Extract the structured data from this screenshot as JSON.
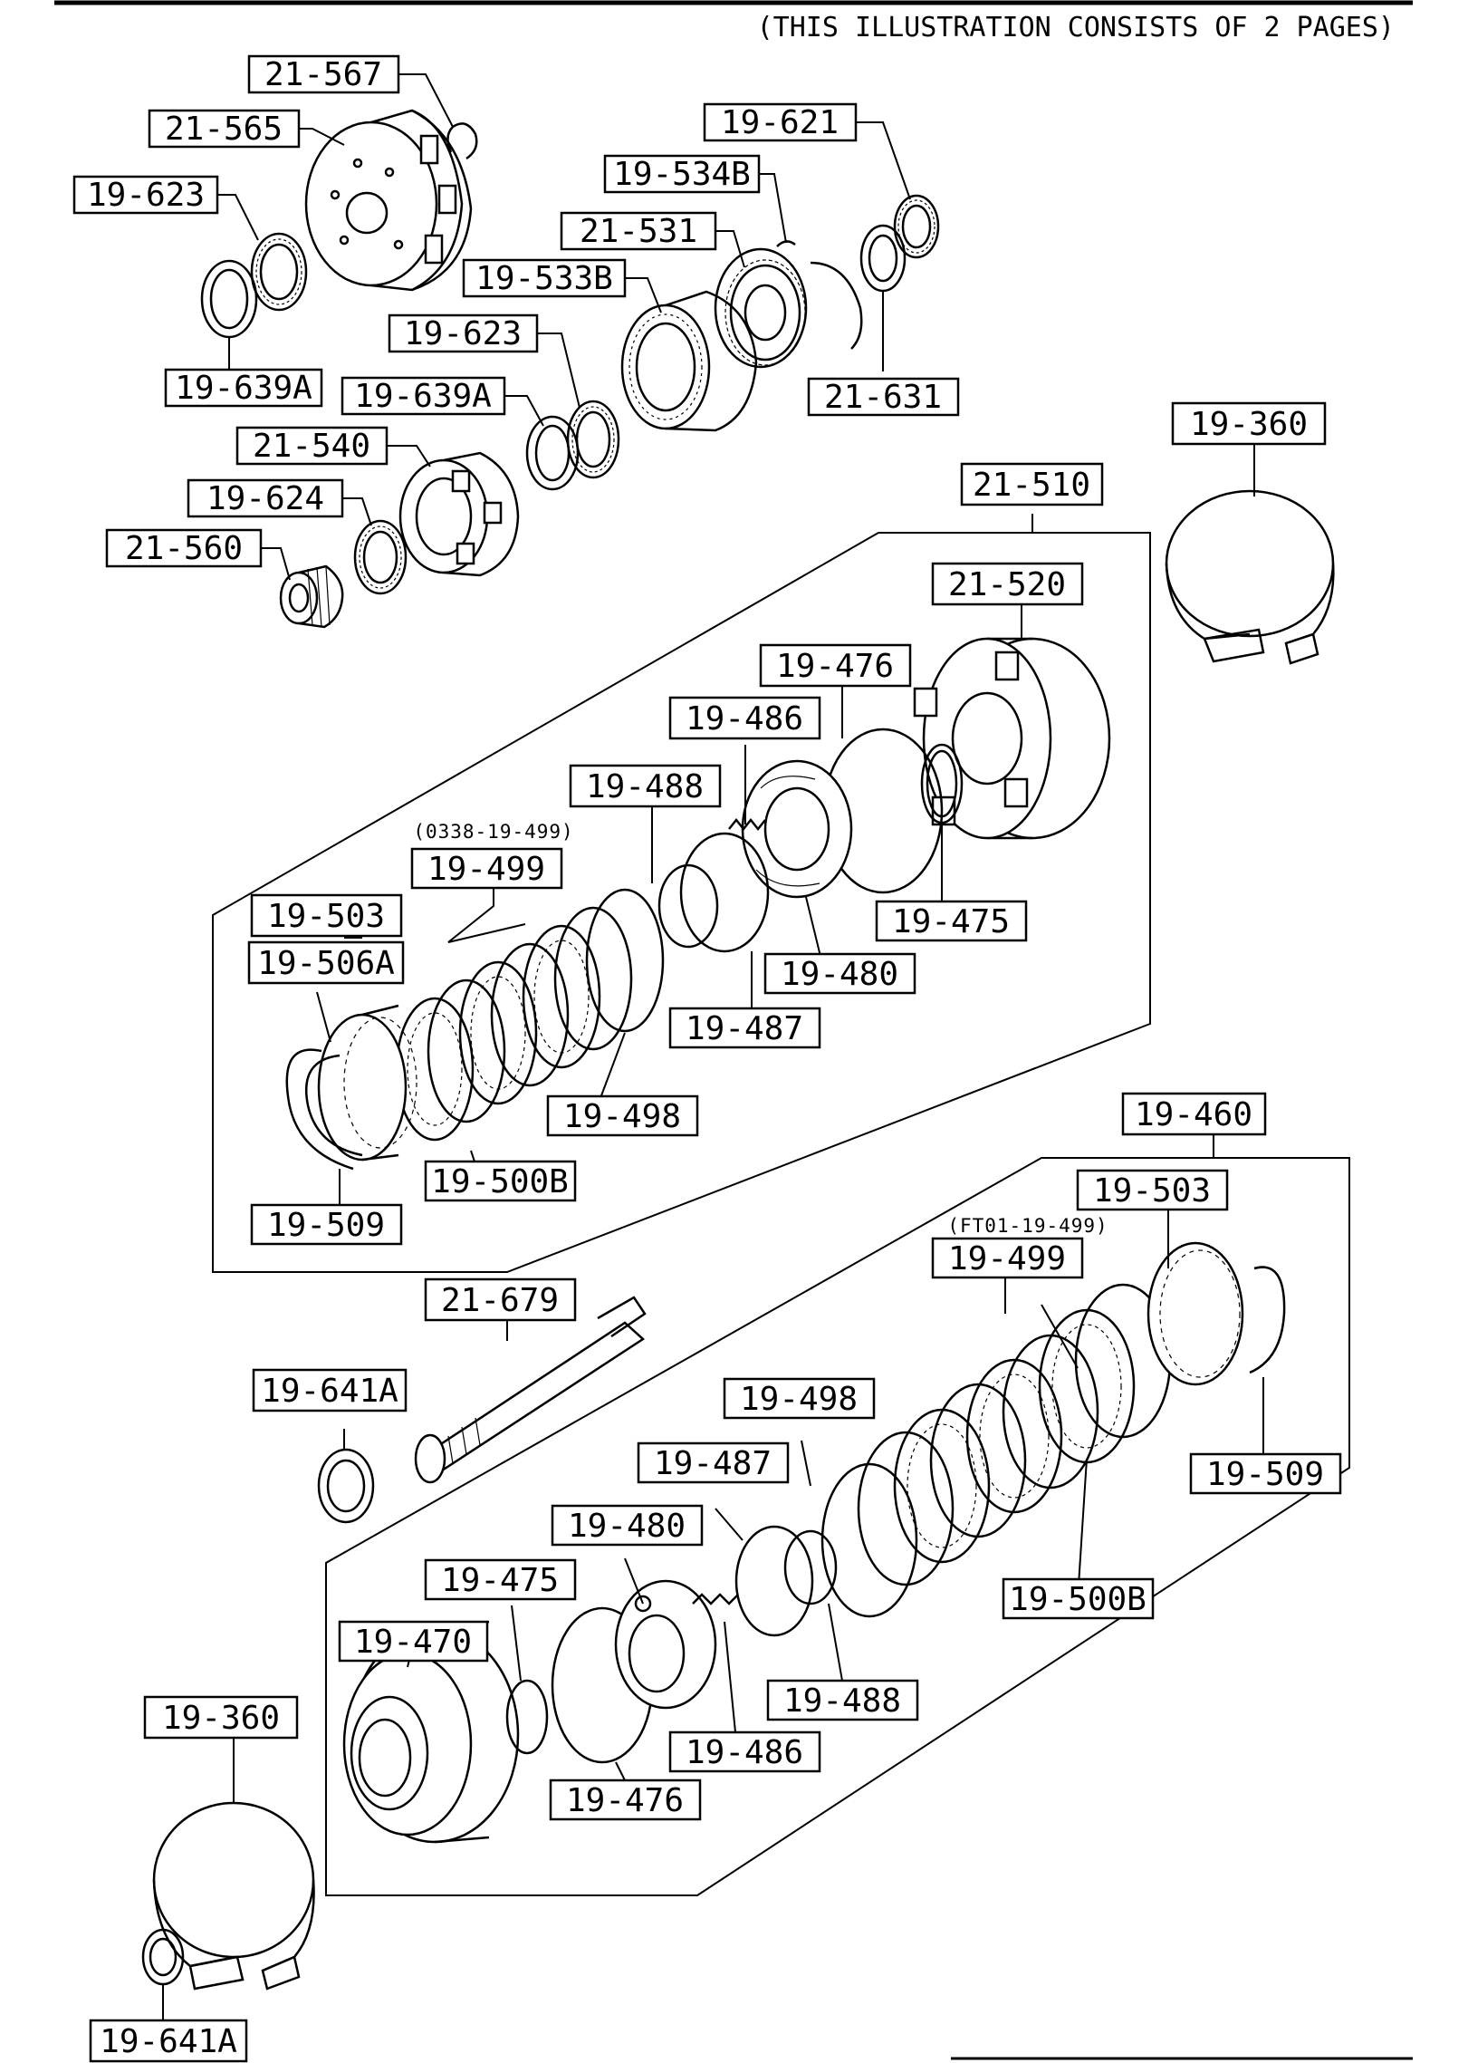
{
  "header": {
    "note": "(THIS ILLUSTRATION CONSISTS OF  2 PAGES)"
  },
  "sub_notes": {
    "upper_clutch": "(0338-19-499)",
    "lower_clutch": "(FT01-19-499)"
  },
  "callouts": {
    "c_21_567": "21-567",
    "c_21_565": "21-565",
    "c_19_623_a": "19-623",
    "c_19_639A_a": "19-639A",
    "c_19_621": "19-621",
    "c_19_534B": "19-534B",
    "c_21_531": "21-531",
    "c_19_533B": "19-533B",
    "c_19_623_b": "19-623",
    "c_19_639A_b": "19-639A",
    "c_21_631": "21-631",
    "c_21_540": "21-540",
    "c_19_624": "19-624",
    "c_21_560": "21-560",
    "c_19_360_a": "19-360",
    "c_21_510": "21-510",
    "c_21_520": "21-520",
    "c_19_476_a": "19-476",
    "c_19_486_a": "19-486",
    "c_19_488_a": "19-488",
    "c_19_499_a": "19-499",
    "c_19_503_a": "19-503",
    "c_19_506A": "19-506A",
    "c_19_475_a": "19-475",
    "c_19_480_a": "19-480",
    "c_19_487_a": "19-487",
    "c_19_498_a": "19-498",
    "c_19_500B_a": "19-500B",
    "c_19_509_a": "19-509",
    "c_19_460": "19-460",
    "c_19_503_b": "19-503",
    "c_19_499_b": "19-499",
    "c_21_679": "21-679",
    "c_19_641A_a": "19-641A",
    "c_19_498_b": "19-498",
    "c_19_509_b": "19-509",
    "c_19_487_b": "19-487",
    "c_19_480_b": "19-480",
    "c_19_475_b": "19-475",
    "c_19_470": "19-470",
    "c_19_500B_b": "19-500B",
    "c_19_488_b": "19-488",
    "c_19_486_b": "19-486",
    "c_19_476_b": "19-476",
    "c_19_360_b": "19-360",
    "c_19_641A_b": "19-641A"
  }
}
